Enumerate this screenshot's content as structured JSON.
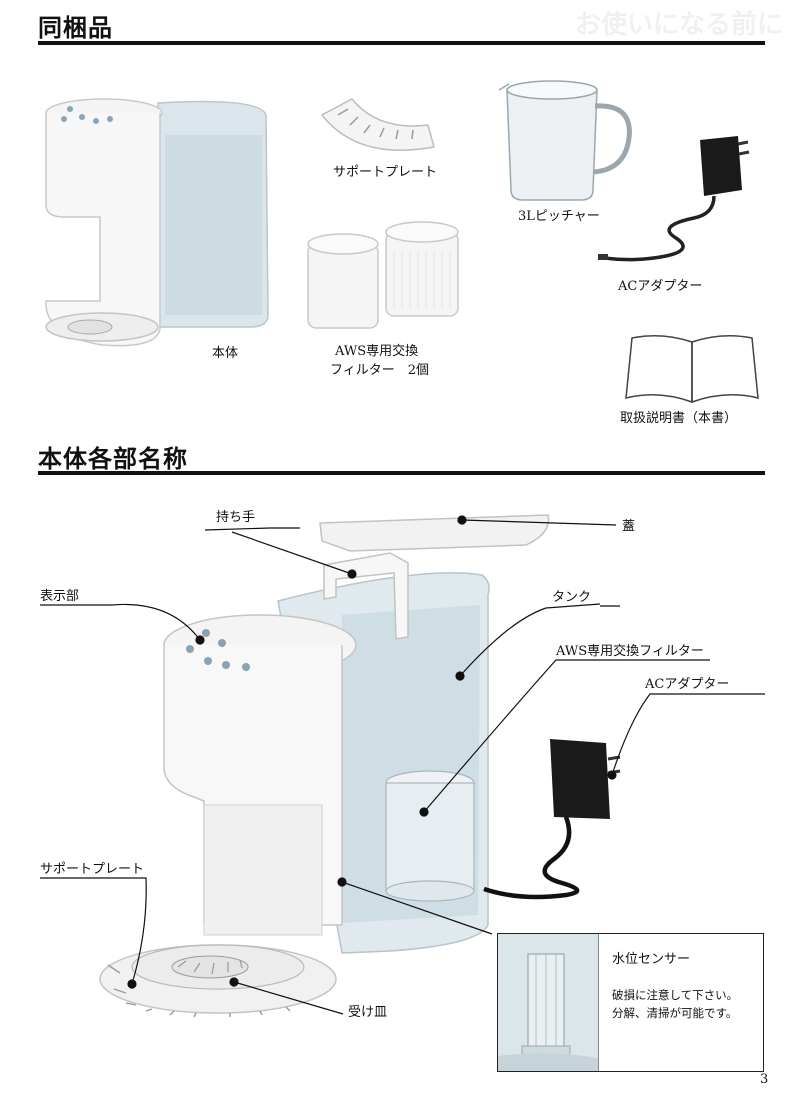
{
  "sections": {
    "contents_title": "同梱品",
    "parts_title": "本体各部名称"
  },
  "contents": {
    "body": "本体",
    "support_plate": "サポートプレート",
    "filter_line1": "AWS専用交換",
    "filter_line2": "フィルター　2個",
    "pitcher": "3Lピッチャー",
    "ac_adapter": "ACアダプター",
    "manual": "取扱説明書（本書）"
  },
  "parts": {
    "handle": "持ち手",
    "lid": "蓋",
    "display": "表示部",
    "tank": "タンク",
    "filter": "AWS専用交換フィルター",
    "ac_adapter": "ACアダプター",
    "support_plate": "サポートプレート",
    "drip_tray": "受け皿"
  },
  "sensor": {
    "title": "水位センサー",
    "line1": "破損に注意して下さい。",
    "line2": "分解、清掃が可能です。"
  },
  "page_number": "3"
}
